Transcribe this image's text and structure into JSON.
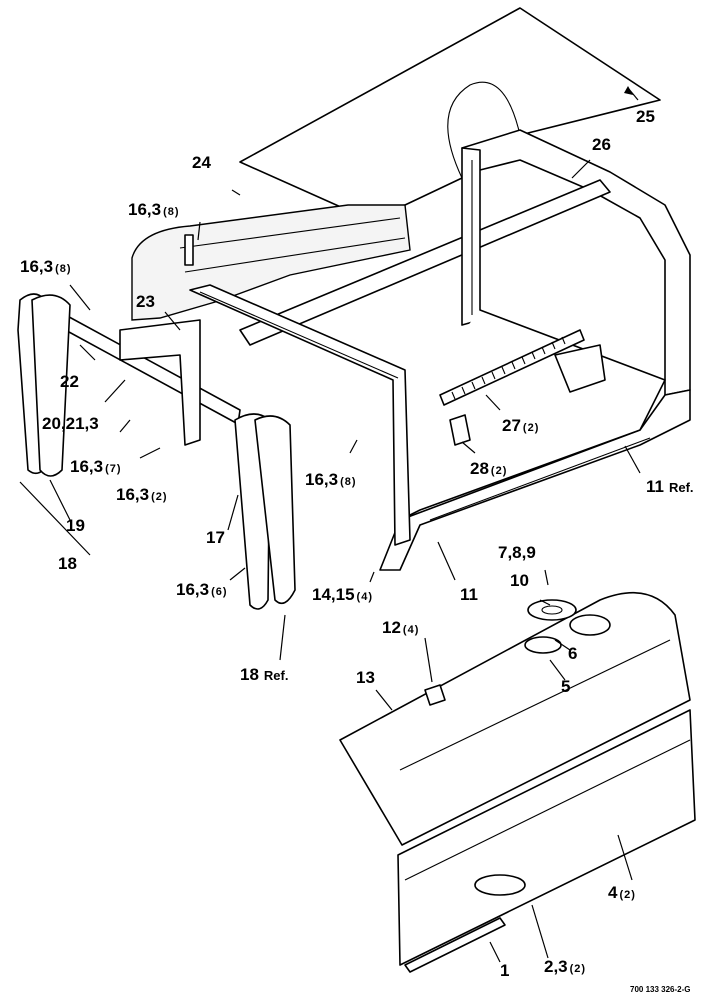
{
  "drawing_number": "700 133 326-2-G",
  "callouts": [
    {
      "id": "c25",
      "num": "25",
      "qty": "",
      "suffix": ""
    },
    {
      "id": "c24",
      "num": "24",
      "qty": "",
      "suffix": ""
    },
    {
      "id": "c26",
      "num": "26",
      "qty": "",
      "suffix": ""
    },
    {
      "id": "c16a",
      "num": "16,3",
      "qty": "(8)",
      "suffix": ""
    },
    {
      "id": "c16b",
      "num": "16,3",
      "qty": "(8)",
      "suffix": ""
    },
    {
      "id": "c23",
      "num": "23",
      "qty": "",
      "suffix": ""
    },
    {
      "id": "c22",
      "num": "22",
      "qty": "",
      "suffix": ""
    },
    {
      "id": "c20",
      "num": "20,21,3",
      "qty": "",
      "suffix": ""
    },
    {
      "id": "c16c",
      "num": "16,3",
      "qty": "(7)",
      "suffix": ""
    },
    {
      "id": "c16d",
      "num": "16,3",
      "qty": "(2)",
      "suffix": ""
    },
    {
      "id": "c16e",
      "num": "16,3",
      "qty": "(8)",
      "suffix": ""
    },
    {
      "id": "c27",
      "num": "27",
      "qty": "(2)",
      "suffix": ""
    },
    {
      "id": "c28",
      "num": "28",
      "qty": "(2)",
      "suffix": ""
    },
    {
      "id": "c11a",
      "num": "11",
      "qty": "",
      "suffix": "Ref."
    },
    {
      "id": "c19",
      "num": "19",
      "qty": "",
      "suffix": ""
    },
    {
      "id": "c18a",
      "num": "18",
      "qty": "",
      "suffix": ""
    },
    {
      "id": "c17",
      "num": "17",
      "qty": "",
      "suffix": ""
    },
    {
      "id": "c16f",
      "num": "16,3",
      "qty": "(6)",
      "suffix": ""
    },
    {
      "id": "c14",
      "num": "14,15",
      "qty": "(4)",
      "suffix": ""
    },
    {
      "id": "c11b",
      "num": "11",
      "qty": "",
      "suffix": ""
    },
    {
      "id": "c789",
      "num": "7,8,9",
      "qty": "",
      "suffix": ""
    },
    {
      "id": "c10",
      "num": "10",
      "qty": "",
      "suffix": ""
    },
    {
      "id": "c12",
      "num": "12",
      "qty": "(4)",
      "suffix": ""
    },
    {
      "id": "c6",
      "num": "6",
      "qty": "",
      "suffix": ""
    },
    {
      "id": "c5",
      "num": "5",
      "qty": "",
      "suffix": ""
    },
    {
      "id": "c18b",
      "num": "18",
      "qty": "",
      "suffix": "Ref."
    },
    {
      "id": "c13",
      "num": "13",
      "qty": "",
      "suffix": ""
    },
    {
      "id": "c4",
      "num": "4",
      "qty": "(2)",
      "suffix": ""
    },
    {
      "id": "c2",
      "num": "2,3",
      "qty": "(2)",
      "suffix": ""
    },
    {
      "id": "c1",
      "num": "1",
      "qty": "",
      "suffix": ""
    }
  ]
}
